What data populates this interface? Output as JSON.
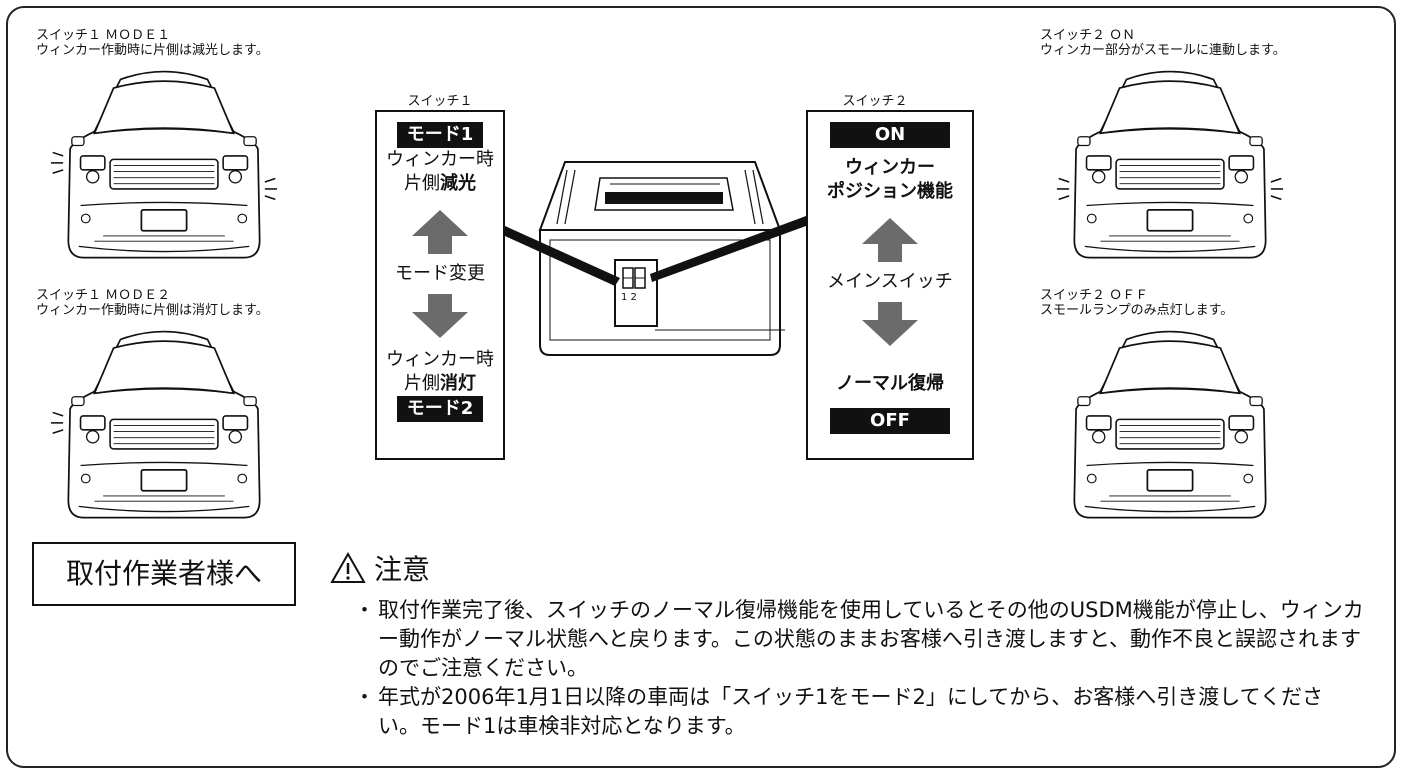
{
  "captions": {
    "tl": {
      "title": "スイッチ１ ＭＯＤＥ１",
      "desc": "ウィンカー作動時に片側は減光します。"
    },
    "bl": {
      "title": "スイッチ１ ＭＯＤＥ２",
      "desc": "ウィンカー作動時に片側は消灯します。"
    },
    "tr": {
      "title": "スイッチ２ ＯＮ",
      "desc": "ウィンカー部分がスモールに連動します。"
    },
    "br": {
      "title": "スイッチ２ ＯＦＦ",
      "desc": "スモールランプのみ点灯します。"
    }
  },
  "switch1": {
    "label": "スイッチ１",
    "top_badge_pre": "モード",
    "top_badge_num": "1",
    "top_line1": "ウィンカー時",
    "top_line2_pre": "片側",
    "top_line2_bold": "減光",
    "middle": "モード変更",
    "bottom_line1": "ウィンカー時",
    "bottom_line2_pre": "片側",
    "bottom_line2_bold": "消灯",
    "bottom_badge_pre": "モード",
    "bottom_badge_num": "2"
  },
  "switch2": {
    "label": "スイッチ２",
    "top_badge": "ON",
    "top_line1": "ウィンカー",
    "top_line2": "ポジション機能",
    "middle": "メインスイッチ",
    "bottom_line": "ノーマル復帰",
    "bottom_badge": "OFF"
  },
  "device": {
    "dip_numbers": "1 2"
  },
  "install_box": "取付作業者様へ",
  "warning": {
    "title": "注意",
    "notes": [
      "取付作業完了後、スイッチのノーマル復帰機能を使用しているとその他のUSDM機能が停止し、ウィンカー動作がノーマル状態へと戻ります。この状態のままお客様へ引き渡しますと、動作不良と誤認されますのでご注意ください。",
      "年式が2006年1月1日以降の車両は「スイッチ1をモード2」にしてから、お客様へ引き渡してください。モード1は車検非対応となります。"
    ]
  },
  "colors": {
    "ink": "#111111",
    "arrow": "#6b6b6b",
    "background": "#ffffff"
  }
}
